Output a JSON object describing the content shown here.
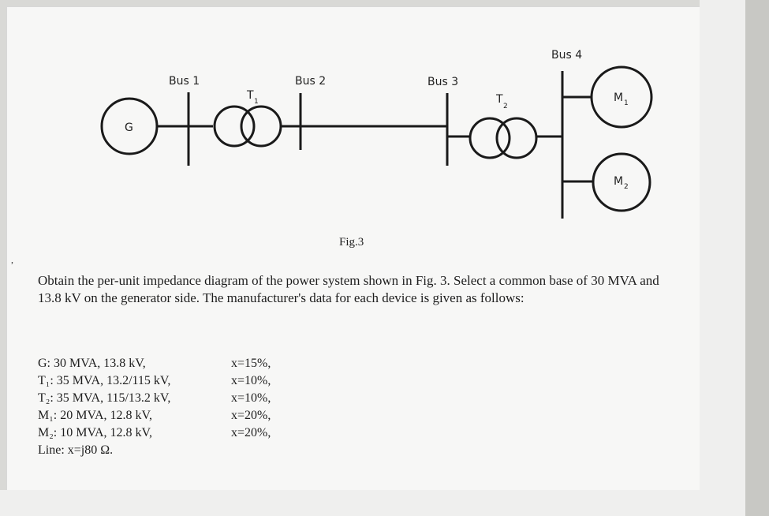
{
  "diagram": {
    "bus_labels": [
      "Bus 1",
      "Bus 2",
      "Bus 3",
      "Bus 4"
    ],
    "generator_label": "G",
    "transformers": [
      {
        "letter": "T",
        "sub": "1"
      },
      {
        "letter": "T",
        "sub": "2"
      }
    ],
    "motors": [
      {
        "letter": "M",
        "sub": "1"
      },
      {
        "letter": "M",
        "sub": "2"
      }
    ],
    "figure_caption": "Fig.3"
  },
  "problem": {
    "statement": "Obtain the per-unit impedance diagram of the power system shown in Fig. 3. Select a common base of 30 MVA and 13.8 kV on the generator side. The manufacturer's data for each device is given as follows:"
  },
  "device_data": [
    {
      "spec": "G: 30 MVA, 13.8 kV,",
      "reactance": "x=15%,"
    },
    {
      "spec": "T₁: 35 MVA, 13.2/115 kV,",
      "reactance": "x=10%,"
    },
    {
      "spec": "T₂: 35 MVA, 115/13.2 kV,",
      "reactance": "x=10%,"
    },
    {
      "spec": "M₁: 20 MVA, 12.8 kV,",
      "reactance": "x=20%,"
    },
    {
      "spec": "M₂: 10 MVA, 12.8 kV,",
      "reactance": "x=20%,"
    },
    {
      "spec": "Line: x=j80 Ω.",
      "reactance": ""
    }
  ]
}
